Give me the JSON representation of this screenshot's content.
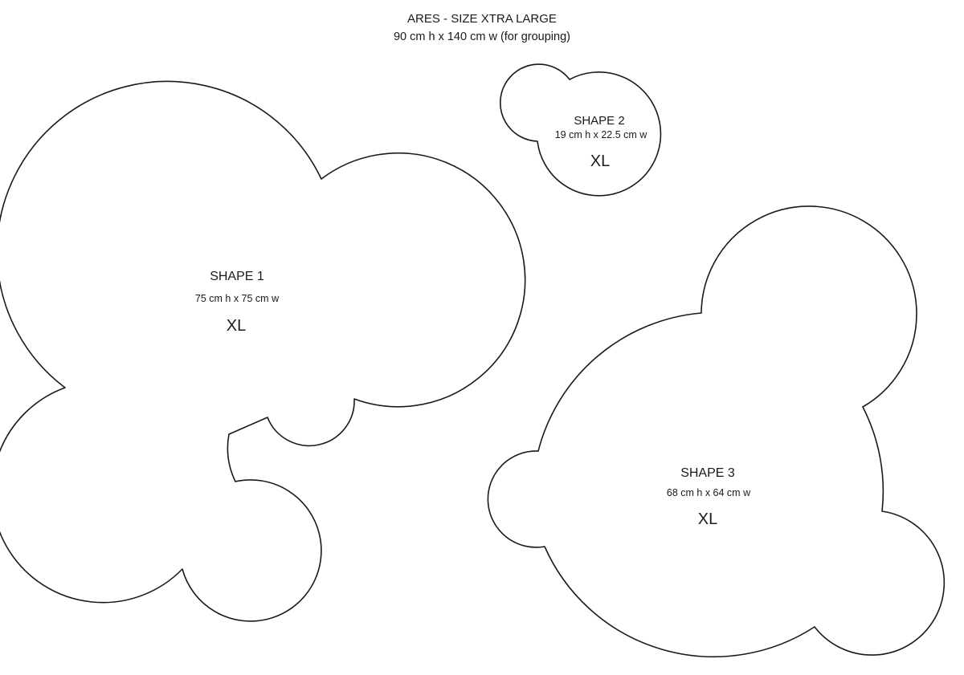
{
  "header": {
    "title": "ARES - SIZE XTRA LARGE",
    "subtitle": "90 cm h x 140 cm w (for grouping)"
  },
  "shapes": [
    {
      "label": "SHAPE 1",
      "dimensions": "75 cm h x 75 cm w",
      "size": "XL"
    },
    {
      "label": "SHAPE 2",
      "dimensions": "19 cm h x 22.5 cm w",
      "size": "XL"
    },
    {
      "label": "SHAPE 3",
      "dimensions": "68 cm h x 64 cm w",
      "size": "XL"
    }
  ],
  "colors": {
    "outline": "#1a1a1a",
    "background": "#ffffff"
  }
}
